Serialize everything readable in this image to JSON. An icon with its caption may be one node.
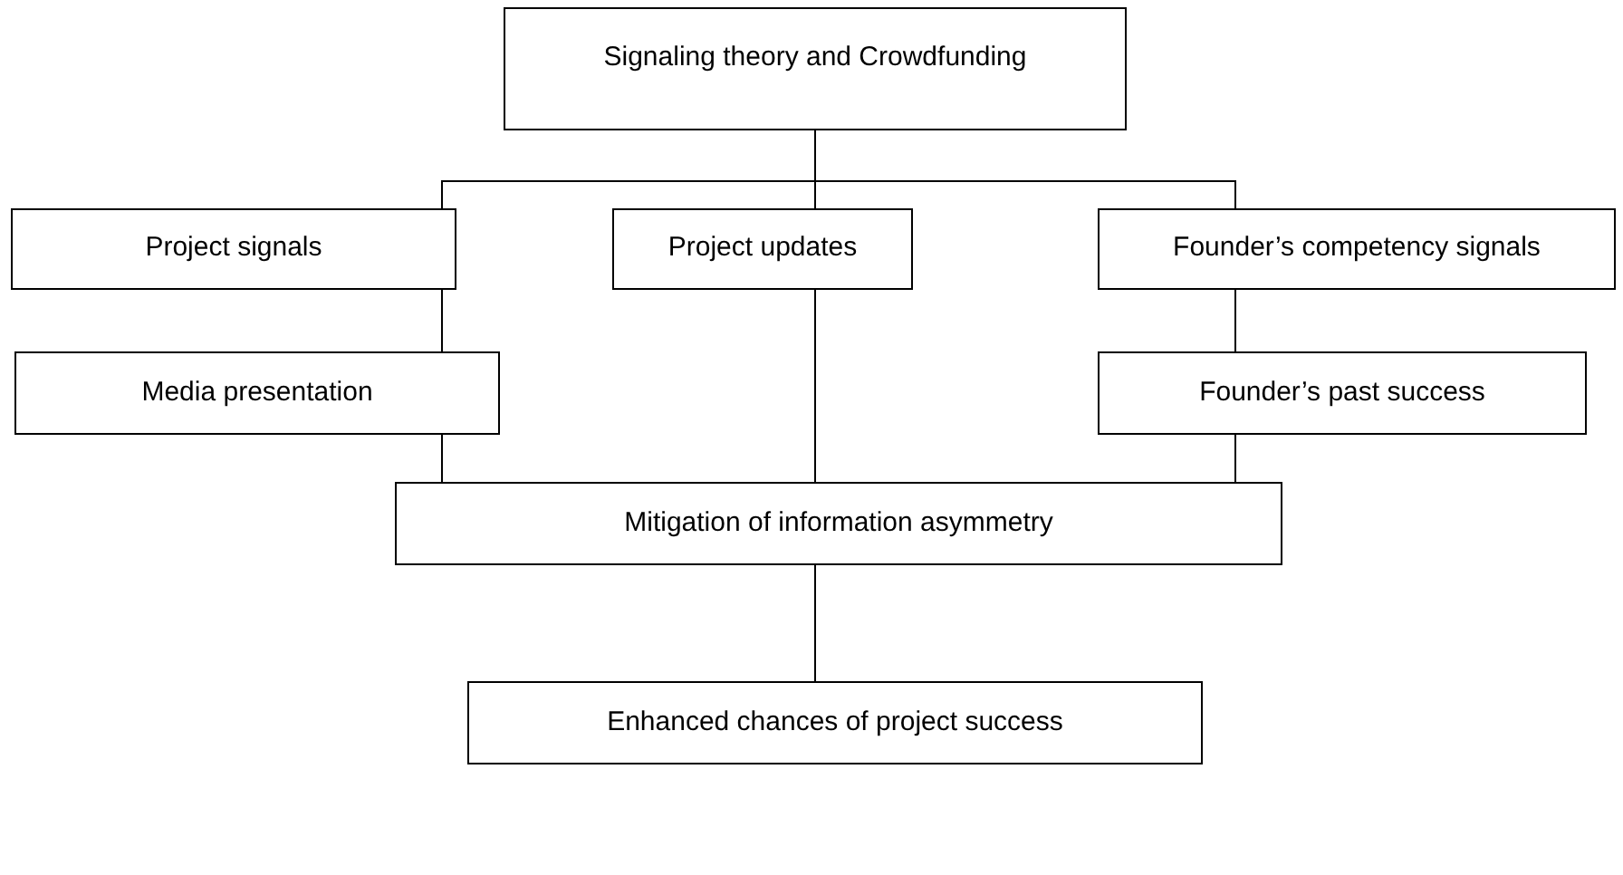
{
  "diagram": {
    "nodes": [
      {
        "text": [
          "Signaling theory and Crowdfunding"
        ]
      },
      {
        "text": [
          "Project signals"
        ]
      },
      {
        "text": [
          "Project updates"
        ]
      },
      {
        "text": [
          "Founder’s competency signals"
        ]
      },
      {
        "text": [
          "Media presentation"
        ]
      },
      {
        "text": [
          "Founder’s past success"
        ]
      },
      {
        "text": [
          "Mitigation of information asymmetry"
        ]
      },
      {
        "text": [
          "Enhanced chances of project success"
        ]
      }
    ],
    "edges": [
      {
        "from": 0,
        "to": 1,
        "arrow": "none"
      },
      {
        "from": 0,
        "to": 2,
        "arrow": "none"
      },
      {
        "from": 0,
        "to": 3,
        "arrow": "none"
      },
      {
        "from": 1,
        "to": 4,
        "arrow": "none"
      },
      {
        "from": 3,
        "to": 5,
        "arrow": "none"
      },
      {
        "from": 4,
        "to": 6,
        "arrow": "none"
      },
      {
        "from": 2,
        "to": 6,
        "arrow": "none"
      },
      {
        "from": 5,
        "to": 6,
        "arrow": "none"
      },
      {
        "from": 6,
        "to": 7,
        "arrow": "none"
      }
    ]
  }
}
